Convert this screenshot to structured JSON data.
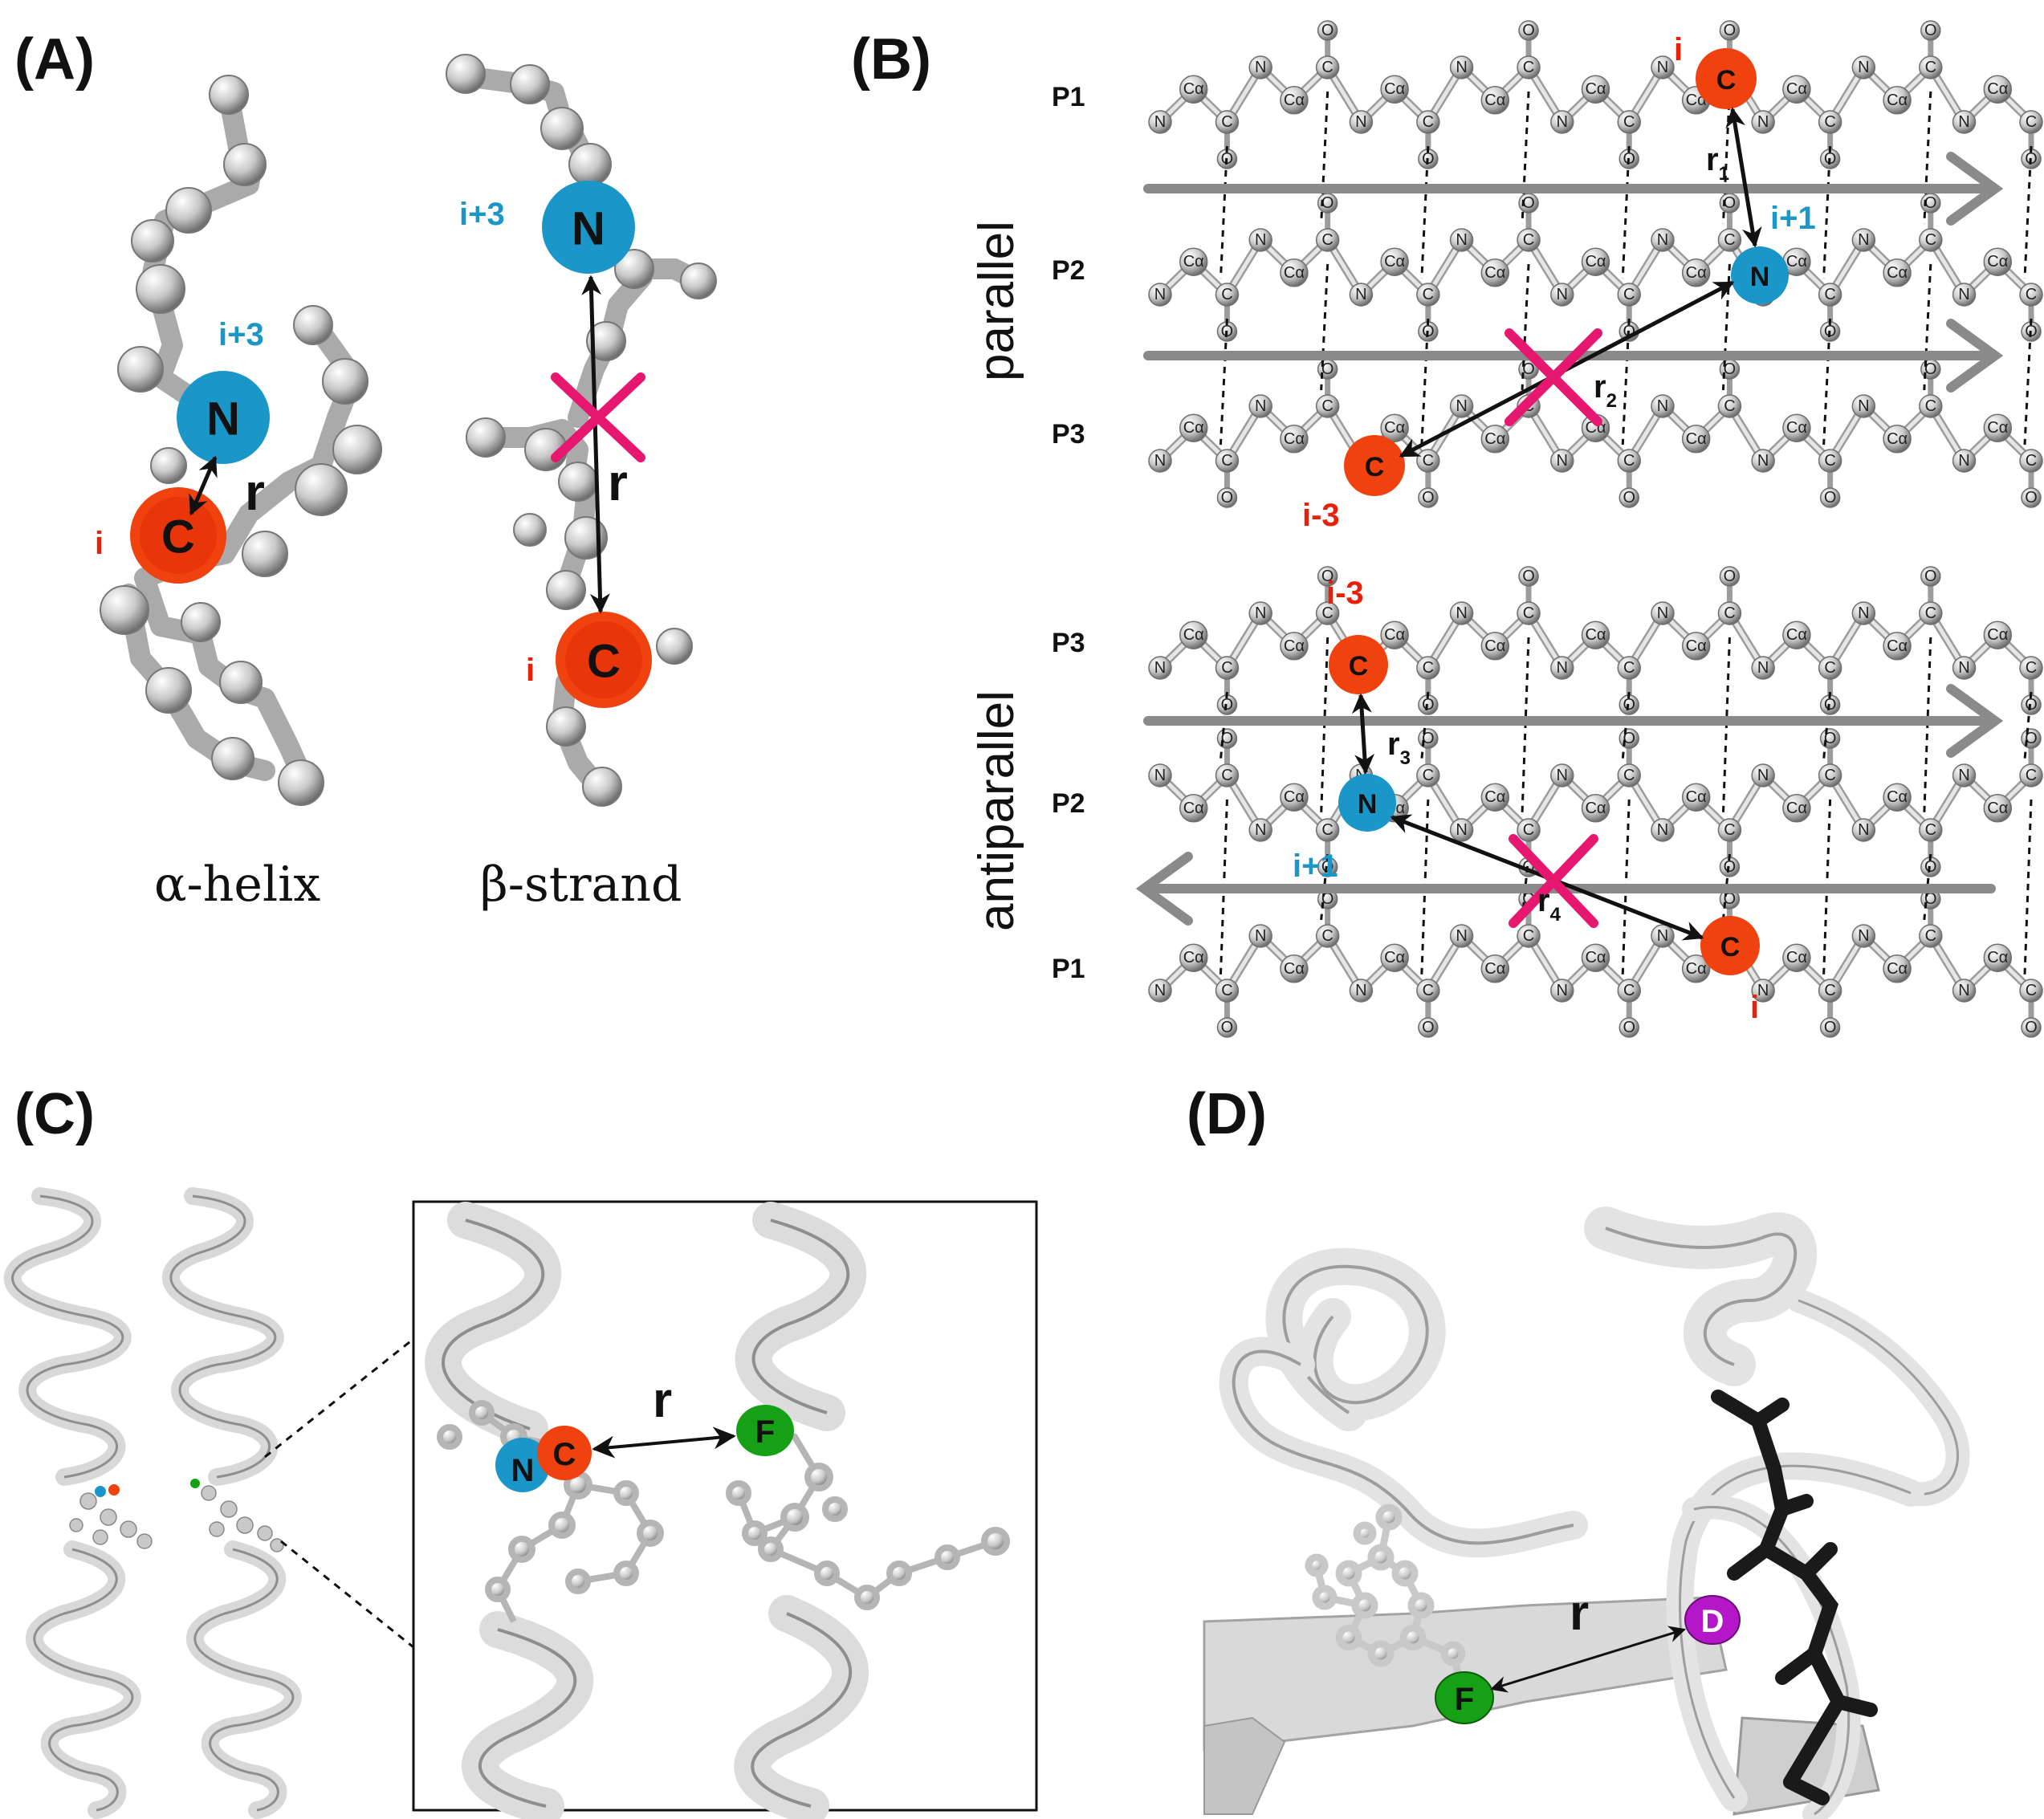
{
  "panels": {
    "A": {
      "label": "(A)",
      "helix": {
        "caption": "α-helix",
        "N": "N",
        "C": "C",
        "n_index": "i+3",
        "c_index": "i",
        "r": "r"
      },
      "strand": {
        "caption": "β-strand",
        "N": "N",
        "C": "C",
        "n_index": "i+3",
        "c_index": "i",
        "r": "r"
      }
    },
    "B": {
      "label": "(B)",
      "parallel": {
        "orientation": "parallel",
        "strands": [
          "P1",
          "P2",
          "P3"
        ],
        "c1_index": "i",
        "n_index": "i+1",
        "c2_index": "i-3",
        "r1": "r",
        "r1_sub": "1",
        "r2": "r",
        "r2_sub": "2"
      },
      "antiparallel": {
        "orientation": "antiparallel",
        "strands": [
          "P3",
          "P2",
          "P1"
        ],
        "c1_index": "i-3",
        "n_index": "i+1",
        "c2_index": "i",
        "r3": "r",
        "r3_sub": "3",
        "r4": "r",
        "r4_sub": "4"
      },
      "atom_labels": {
        "N": "N",
        "C": "C",
        "O": "O",
        "CA": "Cα"
      }
    },
    "C": {
      "label": "(C)",
      "N": "N",
      "C": "C",
      "F": "F",
      "r": "r"
    },
    "D": {
      "label": "(D)",
      "F": "F",
      "D": "D",
      "r": "r"
    }
  },
  "colors": {
    "carbon_red": "#f0420f",
    "nitrogen_blue": "#1a96c9",
    "fluor_green": "#16a016",
    "deut_purple": "#b317c7",
    "cross_pink": "#e5176f",
    "arrow_gray": "#8a8a8a",
    "index_red": "#e8200a",
    "index_blue": "#1a96c9"
  }
}
